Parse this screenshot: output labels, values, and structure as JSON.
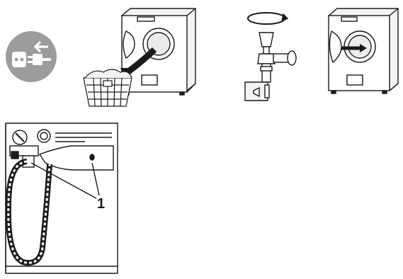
{
  "illustrations": [
    {
      "id": "unplug",
      "icon": "unplug-icon"
    },
    {
      "id": "remove-laundry",
      "icon": "laundry-basket-icon"
    },
    {
      "id": "close-tap",
      "icon": "water-tap-icon"
    },
    {
      "id": "door-open",
      "icon": "open-door-icon"
    },
    {
      "id": "rear-view",
      "icon": "washer-rear-hose-icon"
    }
  ],
  "callouts": [
    {
      "label": "1"
    }
  ],
  "colors": {
    "line": "#1a1a1a",
    "icon_bg": "#9c9c9c",
    "icon_fg": "#ffffff",
    "fill_light": "#f3f3f3"
  }
}
